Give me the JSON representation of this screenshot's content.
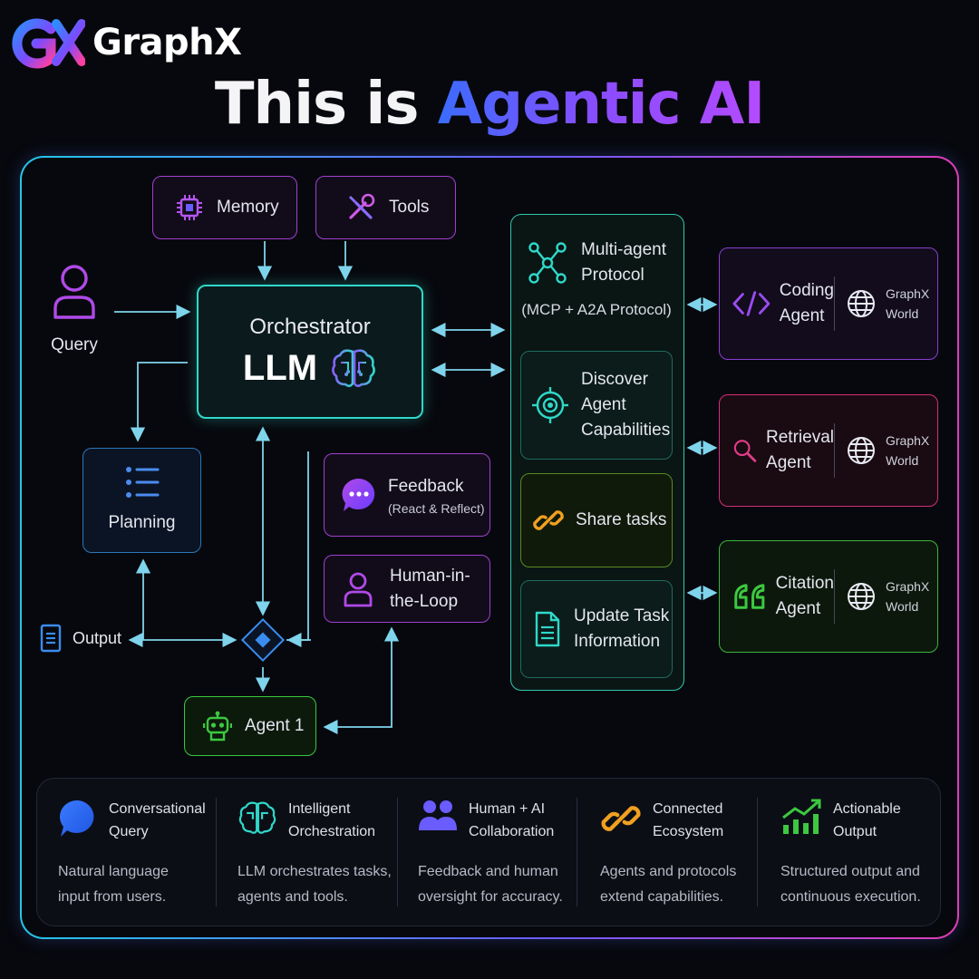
{
  "brand": {
    "name": "GraphX"
  },
  "title": {
    "prefix": "This is ",
    "accent": "Agentic AI"
  },
  "inputs": {
    "memory": "Memory",
    "tools": "Tools",
    "query": "Query"
  },
  "orchestrator": {
    "label": "Orchestrator",
    "model": "LLM"
  },
  "planning": "Planning",
  "feedback": {
    "label": "Feedback",
    "sub": "(React & Reflect)"
  },
  "human_in_loop": [
    "Human-in-",
    "the-Loop"
  ],
  "output": "Output",
  "agent1": "Agent 1",
  "protocol": {
    "title": [
      "Multi-agent",
      "Protocol"
    ],
    "subtitle": "(MCP + A2A Protocol)",
    "cells": {
      "discover": [
        "Discover",
        "Agent",
        "Capabilities"
      ],
      "share": "Share tasks",
      "update": [
        "Update Task",
        "Information"
      ]
    }
  },
  "agents": [
    {
      "name": [
        "Coding",
        "Agent"
      ],
      "world": [
        "GraphX",
        "World"
      ],
      "color": "#8a3fd0"
    },
    {
      "name": [
        "Retrieval",
        "Agent"
      ],
      "world": [
        "GraphX",
        "World"
      ],
      "color": "#d0307a"
    },
    {
      "name": [
        "Citation",
        "Agent"
      ],
      "world": [
        "GraphX",
        "World"
      ],
      "color": "#3cb43c"
    }
  ],
  "features": [
    {
      "title": [
        "Conversational",
        "Query"
      ],
      "desc": [
        "Natural language",
        "input from users."
      ],
      "icon": "chat-bubble-icon"
    },
    {
      "title": [
        "Intelligent",
        "Orchestration"
      ],
      "desc": [
        "LLM orchestrates tasks,",
        "agents and tools."
      ],
      "icon": "brain-icon"
    },
    {
      "title": [
        "Human + AI",
        "Collaboration"
      ],
      "desc": [
        "Feedback and human",
        "oversight for accuracy."
      ],
      "icon": "people-icon"
    },
    {
      "title": [
        "Connected",
        "Ecosystem"
      ],
      "desc": [
        "Agents and protocols",
        "extend capabilities."
      ],
      "icon": "link-icon"
    },
    {
      "title": [
        "Actionable",
        "Output"
      ],
      "desc": [
        "Structured output and",
        "continuous execution."
      ],
      "icon": "growth-chart-icon"
    }
  ]
}
